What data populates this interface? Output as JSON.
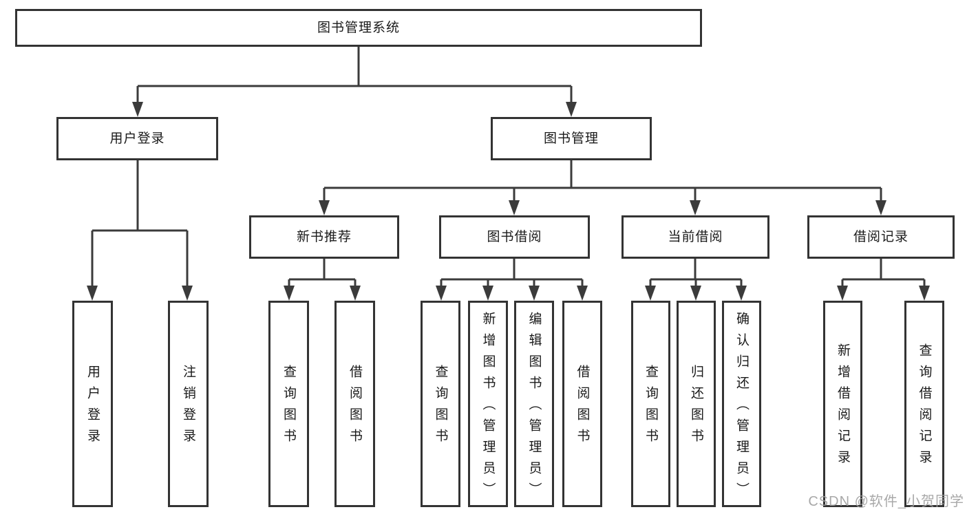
{
  "colors": {
    "line": "#3b3b3b",
    "box_border": "#333333",
    "box_background": "#ffffff",
    "text": "#1a1a1a",
    "watermark": "#9e9e9e"
  },
  "tree": {
    "label": "图书管理系统",
    "children": [
      {
        "label": "用户登录",
        "children": [
          {
            "label": "用户登录"
          },
          {
            "label": "注销登录"
          }
        ]
      },
      {
        "label": "图书管理",
        "children": [
          {
            "label": "新书推荐",
            "children": [
              {
                "label": "查询图书"
              },
              {
                "label": "借阅图书"
              }
            ]
          },
          {
            "label": "图书借阅",
            "children": [
              {
                "label": "查询图书"
              },
              {
                "label": "新增图书（管理员）"
              },
              {
                "label": "编辑图书（管理员）"
              },
              {
                "label": "借阅图书"
              }
            ]
          },
          {
            "label": "当前借阅",
            "children": [
              {
                "label": "查询图书"
              },
              {
                "label": "归还图书"
              },
              {
                "label": "确认归还（管理员）"
              }
            ]
          },
          {
            "label": "借阅记录",
            "children": [
              {
                "label": "新增借阅记录"
              },
              {
                "label": "查询借阅记录"
              }
            ]
          }
        ]
      }
    ]
  },
  "watermark": {
    "text": "CSDN @软件_小贺同学"
  }
}
